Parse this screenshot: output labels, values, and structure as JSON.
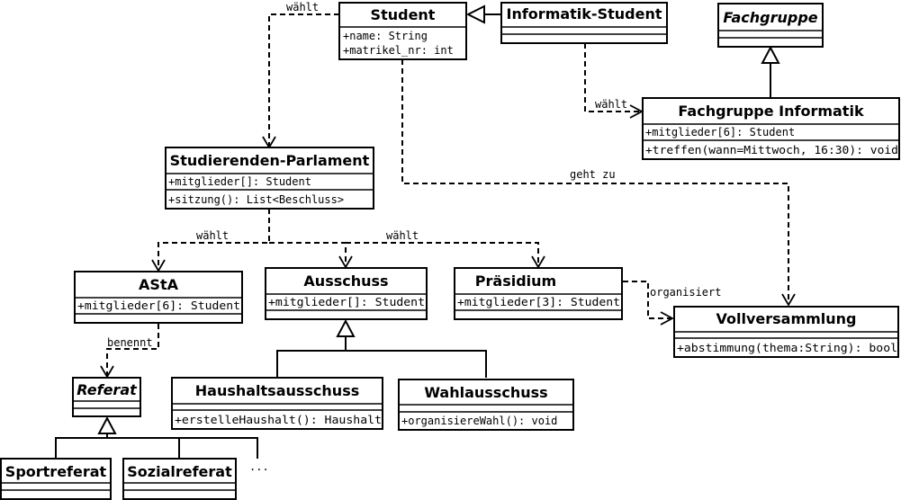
{
  "diagram": {
    "classes": {
      "student": {
        "name": "Student",
        "attributes": [
          "+name: String",
          "+matrikel_nr: int"
        ],
        "operations": []
      },
      "informatik_student": {
        "name": "Informatik-Student",
        "attributes": [],
        "operations": []
      },
      "fachgruppe": {
        "name": "Fachgruppe",
        "abstract": true,
        "attributes": [],
        "operations": []
      },
      "fachgruppe_informatik": {
        "name": "Fachgruppe Informatik",
        "attributes": [
          "+mitglieder[6]: Student"
        ],
        "operations": [
          "+treffen(wann=Mittwoch, 16:30): void"
        ]
      },
      "studierenden_parlament": {
        "name": "Studierenden-Parlament",
        "attributes": [
          "+mitglieder[]: Student"
        ],
        "operations": [
          "+sitzung(): List<Beschluss>"
        ]
      },
      "asta": {
        "name": "AStA",
        "attributes": [
          "+mitglieder[6]: Student"
        ],
        "operations": []
      },
      "ausschuss": {
        "name": "Ausschuss",
        "attributes": [
          "+mitglieder[]: Student"
        ],
        "operations": []
      },
      "praesidium": {
        "name": "Präsidium",
        "attributes": [
          "+mitglieder[3]: Student"
        ],
        "operations": []
      },
      "vollversammlung": {
        "name": "Vollversammlung",
        "attributes": [],
        "operations": [
          "+abstimmung(thema:String): bool"
        ]
      },
      "referat": {
        "name": "Referat",
        "abstract": true,
        "attributes": [],
        "operations": []
      },
      "haushaltsausschuss": {
        "name": "Haushaltsausschuss",
        "attributes": [],
        "operations": [
          "+erstelleHaushalt(): Haushalt"
        ]
      },
      "wahlausschuss": {
        "name": "Wahlausschuss",
        "attributes": [],
        "operations": [
          "+organisiereWahl(): void"
        ]
      },
      "sportreferat": {
        "name": "Sportreferat",
        "attributes": [],
        "operations": []
      },
      "sozialreferat": {
        "name": "Sozialreferat",
        "attributes": [],
        "operations": []
      }
    },
    "edge_labels": {
      "student_waehlt_parlament": "wählt",
      "informatik_waehlt_fachgruppe": "wählt",
      "student_geht_zu_vv": "geht zu",
      "parlament_waehlt_asta": "wählt",
      "parlament_waehlt_gremien": "wählt",
      "praesidium_organisiert_vv": "organisiert",
      "asta_benennt_referat": "benennt"
    },
    "ellipsis": "...",
    "colors": {
      "line": "#000000",
      "background": "#ffffff"
    }
  }
}
